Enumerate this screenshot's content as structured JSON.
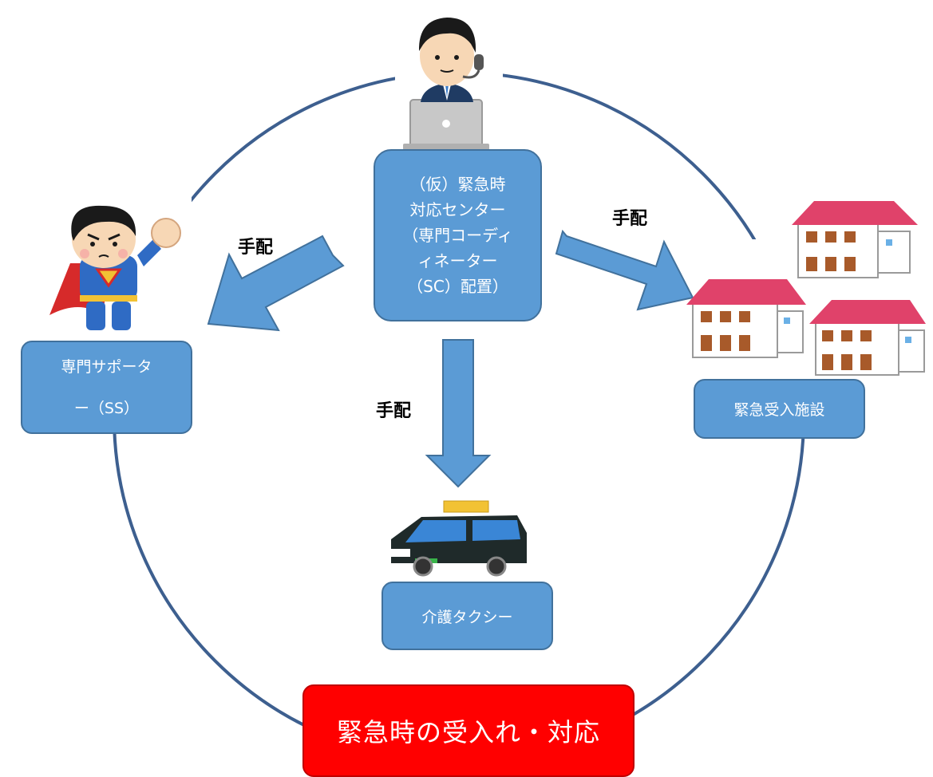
{
  "center": {
    "lines": [
      "（仮）緊急時",
      "対応センター",
      "（専門コーディ",
      "ィネーター",
      "（SC）配置）"
    ]
  },
  "ss": {
    "lines": [
      "専門サポータ",
      "ー（SS）"
    ]
  },
  "facility": {
    "label": "緊急受入施設"
  },
  "taxi": {
    "label": "介護タクシー"
  },
  "emergency": {
    "label": "緊急時の受入れ・対応"
  },
  "arrows": {
    "left_label": "手配",
    "right_label": "手配",
    "center_label": "手配"
  },
  "icons": {
    "operator": "operator-icon",
    "superhero": "superhero-icon",
    "houses": "houses-icon",
    "taxi": "taxi-icon"
  },
  "colors": {
    "box_fill": "#5b9bd5",
    "box_border": "#41719c",
    "circle_stroke": "#3d5f8f",
    "emergency_fill": "#ff0000",
    "house_roof": "#e0426a"
  }
}
